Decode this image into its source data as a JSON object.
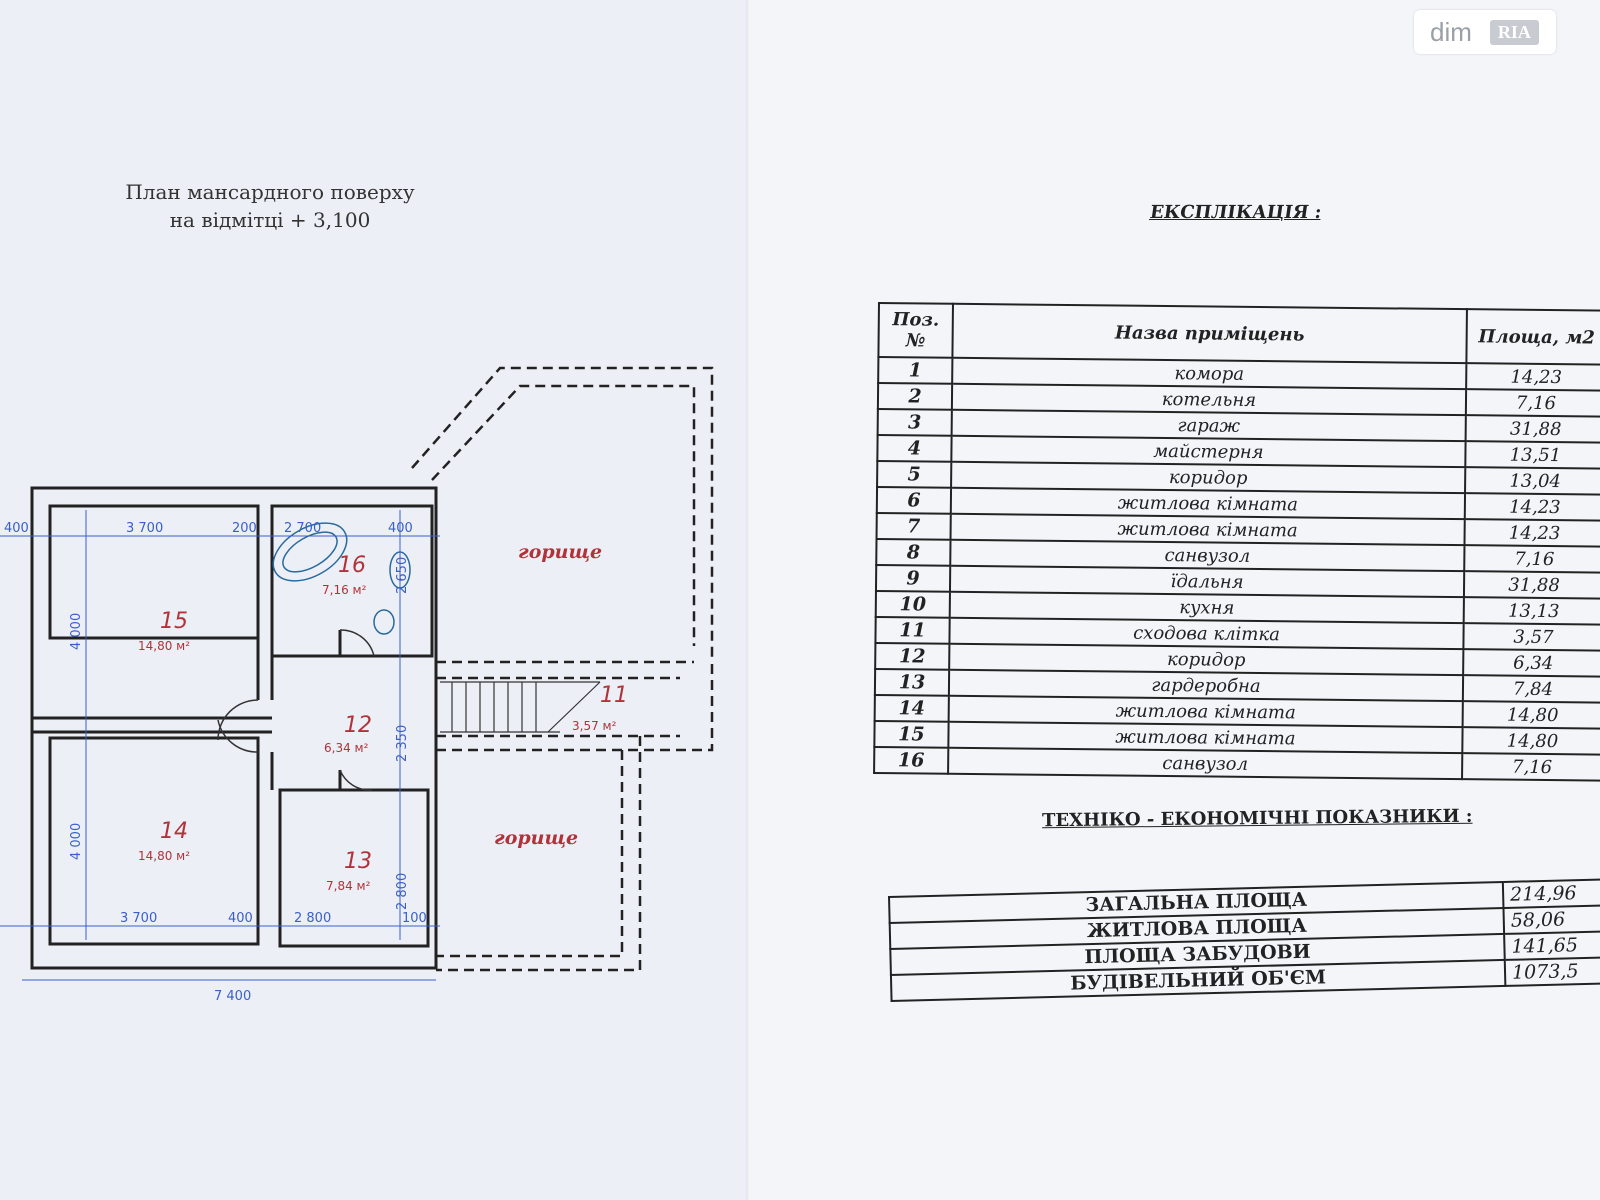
{
  "watermark": {
    "brand": "dim",
    "badge": "RIA"
  },
  "plan": {
    "title_line1": "План мансардного поверху",
    "title_line2": "на відмітці + 3,100",
    "attic_label": "горище",
    "rooms": [
      {
        "id": "15",
        "area": "14,80 м²"
      },
      {
        "id": "16",
        "area": "7,16 м²"
      },
      {
        "id": "12",
        "area": "6,34 м²"
      },
      {
        "id": "11",
        "area": "3,57 м²"
      },
      {
        "id": "14",
        "area": "14,80 м²"
      },
      {
        "id": "13",
        "area": "7,84 м²"
      }
    ],
    "dims": {
      "d400": "400",
      "d3700": "3 700",
      "d200": "200",
      "d2700": "2 700",
      "d4000": "4 000",
      "d2650": "2 650",
      "d2350": "2 350",
      "d2800": "2 800",
      "d100": "100",
      "d7400": "7 400"
    }
  },
  "explication": {
    "title": "ЕКСПЛІКАЦІЯ :",
    "headers": {
      "pos_line1": "Поз.",
      "pos_line2": "№",
      "name": "Назва приміщень",
      "area": "Площа, м2"
    },
    "rows": [
      {
        "n": "1",
        "name": "комора",
        "area": "14,23"
      },
      {
        "n": "2",
        "name": "котельня",
        "area": "7,16"
      },
      {
        "n": "3",
        "name": "гараж",
        "area": "31,88"
      },
      {
        "n": "4",
        "name": "майстерня",
        "area": "13,51"
      },
      {
        "n": "5",
        "name": "коридор",
        "area": "13,04"
      },
      {
        "n": "6",
        "name": "житлова кімната",
        "area": "14,23"
      },
      {
        "n": "7",
        "name": "житлова кімната",
        "area": "14,23"
      },
      {
        "n": "8",
        "name": "санвузол",
        "area": "7,16"
      },
      {
        "n": "9",
        "name": "їдальня",
        "area": "31,88"
      },
      {
        "n": "10",
        "name": "кухня",
        "area": "13,13"
      },
      {
        "n": "11",
        "name": "сходова клітка",
        "area": "3,57"
      },
      {
        "n": "12",
        "name": "коридор",
        "area": "6,34"
      },
      {
        "n": "13",
        "name": "гардеробна",
        "area": "7,84"
      },
      {
        "n": "14",
        "name": "житлова кімната",
        "area": "14,80"
      },
      {
        "n": "15",
        "name": "житлова кімната",
        "area": "14,80"
      },
      {
        "n": "16",
        "name": "санвузол",
        "area": "7,16"
      }
    ]
  },
  "tech": {
    "title": "ТЕХНІКО - ЕКОНОМІЧНІ ПОКАЗНИКИ :",
    "rows": [
      {
        "label": "ЗАГАЛЬНА ПЛОЩА",
        "value": "214,96"
      },
      {
        "label": "ЖИТЛОВА ПЛОЩА",
        "value": "58,06"
      },
      {
        "label": "ПЛОЩА ЗАБУДОВИ",
        "value": "141,65"
      },
      {
        "label": "БУДІВЕЛЬНИЙ ОБ'ЄМ",
        "value": "1073,5"
      }
    ]
  },
  "colors": {
    "room_label": "#b0333a",
    "dim_line": "#3a5fcd",
    "ink": "#222222"
  }
}
